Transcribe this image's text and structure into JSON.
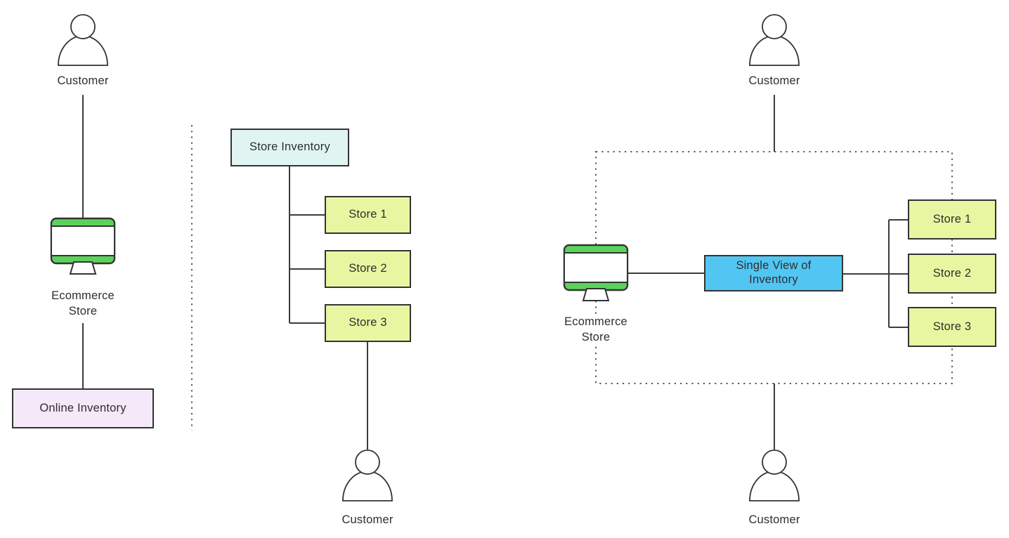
{
  "labels": {
    "customer": "Customer",
    "ecommerce_store_line1": "Ecommerce",
    "ecommerce_store_line2": "Store"
  },
  "left_panel": {
    "online_inventory_label": "Online Inventory"
  },
  "middle_panel": {
    "store_inventory_label": "Store Inventory",
    "stores": [
      "Store 1",
      "Store 2",
      "Store 3"
    ]
  },
  "right_panel": {
    "single_view_line1": "Single View of",
    "single_view_line2": "Inventory",
    "stores": [
      "Store 1",
      "Store 2",
      "Store 3"
    ]
  },
  "colors": {
    "stroke": "#333333",
    "line": "#3c3c3c",
    "dots": "#5a5a5a",
    "text": "#2e2e2e",
    "monitor_green": "#5bd35b",
    "store_yellow": "#e9f6a1",
    "inventory_blue": "#52c6f3",
    "inventory_cyan": "#e0f5f2",
    "inventory_lavender": "#f5e8f8"
  }
}
